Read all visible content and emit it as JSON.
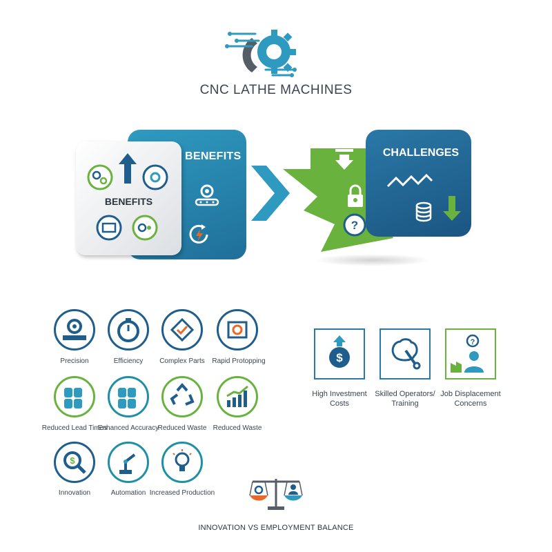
{
  "title": "CNC LATHE MACHINES",
  "benefits_panel": {
    "label": "BENEFITS",
    "inner_label": "BENEFITS"
  },
  "challenges_panel": {
    "label": "CHALLENGES"
  },
  "benefits": [
    {
      "label": "Precision",
      "icon": "gear-ruler-icon"
    },
    {
      "label": "Efficiency",
      "icon": "stopwatch-icon"
    },
    {
      "label": "Complex Parts",
      "icon": "complex-part-icon"
    },
    {
      "label": "Rapid Protopping",
      "icon": "rapid-prototype-icon"
    },
    {
      "label": "Reduced Lead Times",
      "icon": "stacked-barrels-icon"
    },
    {
      "label": "Enhanced Accuracy",
      "icon": "stacked-barrels-icon"
    },
    {
      "label": "Reduced Waste",
      "icon": "recycle-icon"
    },
    {
      "label": "Reduced Waste",
      "icon": "growth-chart-icon"
    },
    {
      "label": "Innovation",
      "icon": "magnifier-dollar-icon"
    },
    {
      "label": "Automation",
      "icon": "robot-arm-icon"
    },
    {
      "label": "Increased Production",
      "icon": "lightbulb-icon"
    }
  ],
  "challenges": [
    {
      "label": "High Investment Costs",
      "icon": "dollar-coin-icon"
    },
    {
      "label": "Skilled Operators/ Training",
      "icon": "brain-wrench-icon"
    },
    {
      "label": "Job Displacement Concerns",
      "icon": "worker-question-icon"
    }
  ],
  "balance": {
    "label": "INNOVATION VS EMPLOYMENT BALANCE",
    "icon": "scale-balance-icon"
  },
  "colors": {
    "navy": "#1e5d8c",
    "teal": "#2f9ac0",
    "green": "#6ab23e",
    "orange": "#e8692a",
    "grey": "#555d66"
  }
}
